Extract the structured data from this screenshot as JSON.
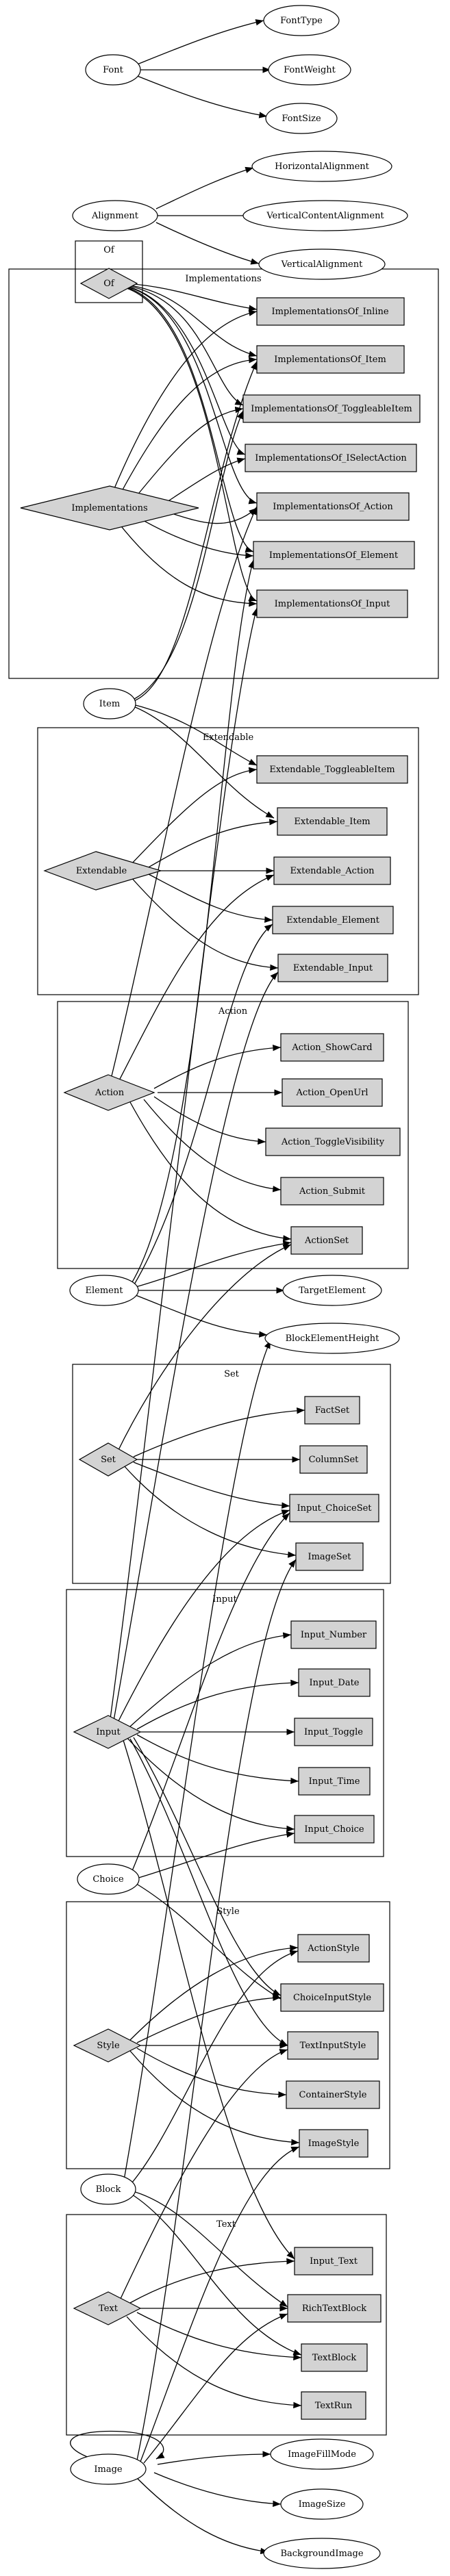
{
  "clusters": {
    "of": "Of",
    "implementations": "Implementations",
    "extendable": "Extendable",
    "action": "Action",
    "set": "Set",
    "input": "Input",
    "style": "Style",
    "text": "Text"
  },
  "nodes": {
    "font": "Font",
    "fonttype": "FontType",
    "fontweight": "FontWeight",
    "fontsize": "FontSize",
    "alignment": "Alignment",
    "horizontalalignment": "HorizontalAlignment",
    "verticalcontentalignment": "VerticalContentAlignment",
    "verticalalignment": "VerticalAlignment",
    "of": "Of",
    "implementations": "Implementations",
    "implementationsof_inline": "ImplementationsOf_Inline",
    "implementationsof_item": "ImplementationsOf_Item",
    "implementationsof_toggleableitem": "ImplementationsOf_ToggleableItem",
    "implementationsof_iselectaction": "ImplementationsOf_ISelectAction",
    "implementationsof_action": "ImplementationsOf_Action",
    "implementationsof_element": "ImplementationsOf_Element",
    "implementationsof_input": "ImplementationsOf_Input",
    "item": "Item",
    "extendable": "Extendable",
    "extendable_toggleableitem": "Extendable_ToggleableItem",
    "extendable_item": "Extendable_Item",
    "extendable_action": "Extendable_Action",
    "extendable_element": "Extendable_Element",
    "extendable_input": "Extendable_Input",
    "action": "Action",
    "action_showcard": "Action_ShowCard",
    "action_openurl": "Action_OpenUrl",
    "action_togglevisibility": "Action_ToggleVisibility",
    "action_submit": "Action_Submit",
    "actionset": "ActionSet",
    "element": "Element",
    "targetelement": "TargetElement",
    "blockelementheight": "BlockElementHeight",
    "set": "Set",
    "factset": "FactSet",
    "columnset": "ColumnSet",
    "input_choiceset": "Input_ChoiceSet",
    "imageset": "ImageSet",
    "input": "Input",
    "input_number": "Input_Number",
    "input_date": "Input_Date",
    "input_toggle": "Input_Toggle",
    "input_time": "Input_Time",
    "input_choice": "Input_Choice",
    "choice": "Choice",
    "style": "Style",
    "actionstyle": "ActionStyle",
    "choiceinputstyle": "ChoiceInputStyle",
    "textinputstyle": "TextInputStyle",
    "containerstyle": "ContainerStyle",
    "imagestyle": "ImageStyle",
    "block": "Block",
    "text": "Text",
    "input_text": "Input_Text",
    "richtextblock": "RichTextBlock",
    "textblock": "TextBlock",
    "textrun": "TextRun",
    "image": "Image",
    "imagefillmode": "ImageFillMode",
    "imagesize": "ImageSize",
    "backgroundimage": "BackgroundImage"
  }
}
